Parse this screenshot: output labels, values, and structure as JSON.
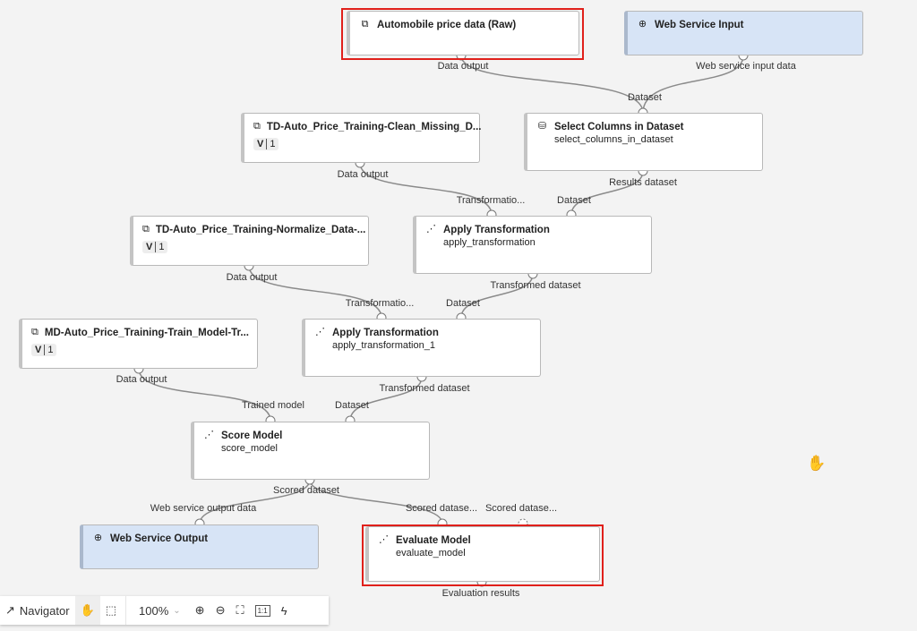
{
  "nodes": {
    "raw": {
      "title": "Automobile price data (Raw)"
    },
    "wsi": {
      "title": "Web Service Input"
    },
    "clean": {
      "title": "TD-Auto_Price_Training-Clean_Missing_D...",
      "version_label": "V",
      "version": "1"
    },
    "select": {
      "title": "Select Columns in Dataset",
      "sub": "select_columns_in_dataset"
    },
    "normalize": {
      "title": "TD-Auto_Price_Training-Normalize_Data-...",
      "version_label": "V",
      "version": "1"
    },
    "apply1": {
      "title": "Apply Transformation",
      "sub": "apply_transformation"
    },
    "train": {
      "title": "MD-Auto_Price_Training-Train_Model-Tr...",
      "version_label": "V",
      "version": "1"
    },
    "apply2": {
      "title": "Apply Transformation",
      "sub": "apply_transformation_1"
    },
    "score": {
      "title": "Score Model",
      "sub": "score_model"
    },
    "wso": {
      "title": "Web Service Output"
    },
    "eval": {
      "title": "Evaluate Model",
      "sub": "evaluate_model"
    }
  },
  "ports": [
    "Data output",
    "Web service input data",
    "Dataset",
    "Data output",
    "Results dataset",
    "Transformatio...",
    "Dataset",
    "Data output",
    "Transformed dataset",
    "Transformatio...",
    "Dataset",
    "Data output",
    "Transformed dataset",
    "Trained model",
    "Dataset",
    "Scored dataset",
    "Web service output data",
    "Scored datase...",
    "Scored datase...",
    "Evaluation results"
  ],
  "toolbar": {
    "navigator": "Navigator",
    "zoom": "100%",
    "actual_size": "1:1"
  }
}
